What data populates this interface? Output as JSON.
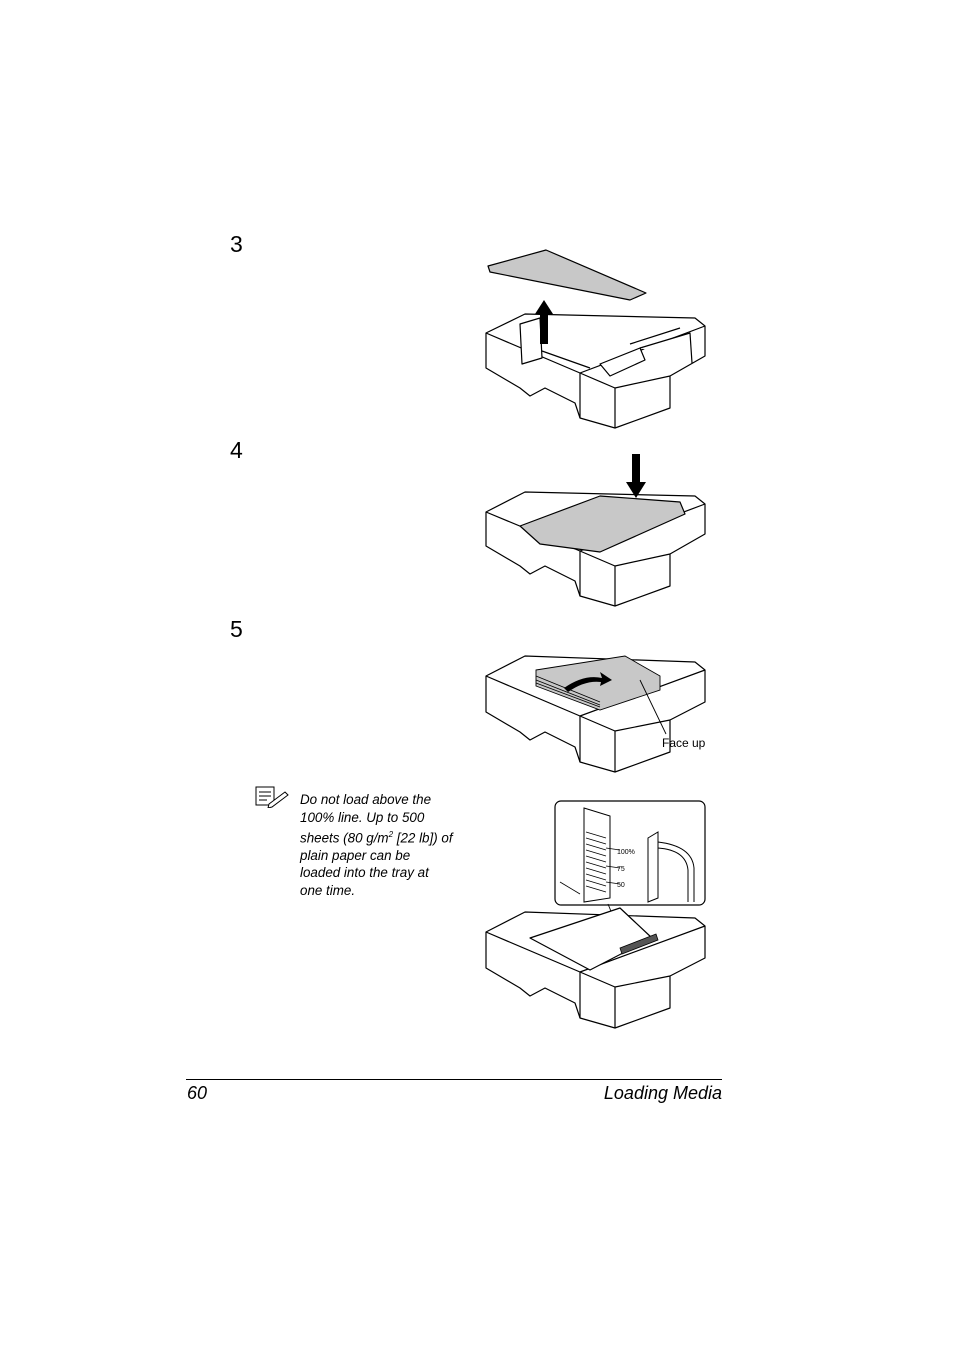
{
  "steps": [
    {
      "number": "3"
    },
    {
      "number": "4"
    },
    {
      "number": "5",
      "callout": "Face up"
    }
  ],
  "note": {
    "line1": "Do not load above the",
    "line2": "100% line. Up to 500",
    "line3a": "sheets (80 g/m",
    "line3sup": "2",
    "line3b": " [22 lb]) of",
    "line4": "plain paper can be",
    "line5": "loaded into the tray at",
    "line6": "one time."
  },
  "gauge": {
    "label_100": "100%",
    "label_75": "75",
    "label_50": "50"
  },
  "footer": {
    "page_number": "60",
    "section": "Loading Media"
  },
  "colors": {
    "fill_gray": "#c8c8c8",
    "line": "#000000"
  }
}
